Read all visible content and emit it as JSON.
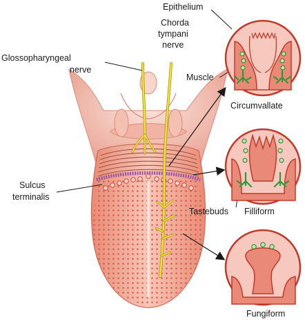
{
  "labels": {
    "epithelium": "Epithelium",
    "chorda_1": "Chorda",
    "chorda_2": "tympani",
    "chorda_3": "nerve",
    "glosso_1": "Glossopharyngeal",
    "glosso_2": "nerve",
    "muscle": "Muscle",
    "circumvallate": "Circumvallate",
    "sulcus_1": "Sulcus",
    "sulcus_2": "terminalis",
    "tastebuds": "Tastebuds",
    "filliform": "Filliform",
    "fungiform": "Fungiform"
  },
  "colors": {
    "tongue_pink": "#f2a493",
    "tongue_dark": "#d96a55",
    "pharynx": "#f6d3c8",
    "nerve": "#f2e23a",
    "nerve_outline": "#a8961a",
    "sulcus_purple": "#9a52a8",
    "taste_bud_green": "#2f9a3a",
    "magnifier_fill": "#f6c8be",
    "magnifier_stroke": "#c0392b",
    "papilla_fill": "#e98a78"
  }
}
